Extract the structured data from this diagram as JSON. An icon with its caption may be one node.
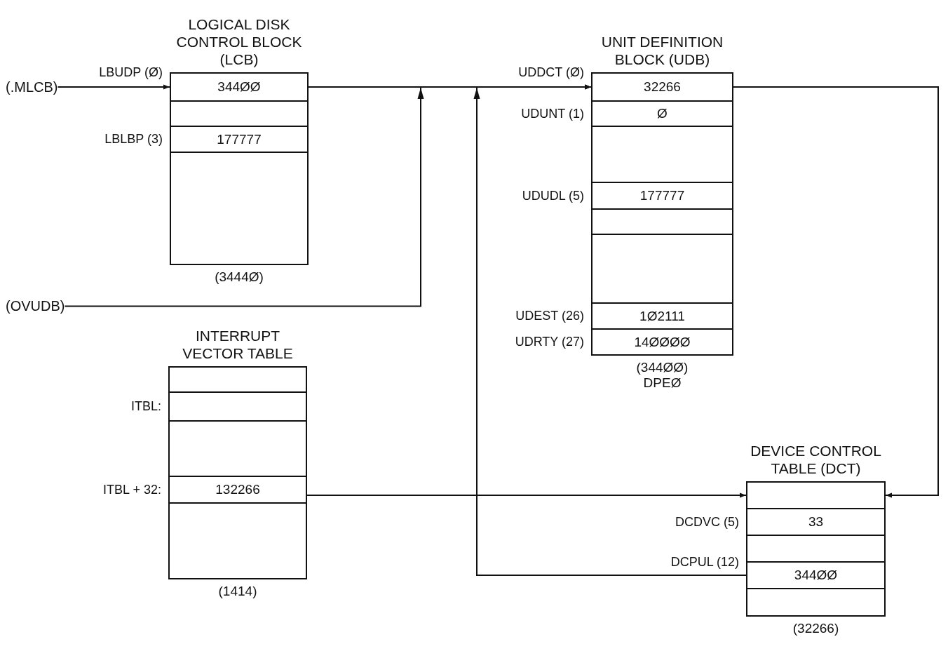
{
  "diagram": {
    "nodes": [
      {
        "text": [
          "(.MLCB)"
        ]
      },
      {
        "text": [
          "LOGICAL DISK CONTROL BLOCK (LCB)"
        ],
        "beside": [
          "(3444Ø)"
        ]
      },
      {
        "text": [
          "344ØØ"
        ],
        "in": 1,
        "beside": [
          "LBUDP (Ø)"
        ]
      },
      {
        "text": [],
        "shape": "box",
        "in": 1
      },
      {
        "text": [
          "177777"
        ],
        "in": 1,
        "beside": [
          "LBLBP (3)"
        ]
      },
      {
        "text": [],
        "shape": "box",
        "in": 1
      },
      {
        "text": [
          "UNIT DEFINITION BLOCK (UDB)"
        ],
        "beside": [
          "(344ØØ)",
          "DPEØ"
        ]
      },
      {
        "text": [
          "32266"
        ],
        "in": 6,
        "beside": [
          "UDDCT (Ø)"
        ]
      },
      {
        "text": [
          "Ø"
        ],
        "in": 6,
        "beside": [
          "UDUNT (1)"
        ]
      },
      {
        "text": [],
        "shape": "box",
        "in": 6
      },
      {
        "text": [
          "177777"
        ],
        "in": 6,
        "beside": [
          "UDUDL (5)"
        ]
      },
      {
        "text": [],
        "shape": "box",
        "in": 6
      },
      {
        "text": [],
        "shape": "box",
        "in": 6
      },
      {
        "text": [
          "1Ø2111"
        ],
        "in": 6,
        "beside": [
          "UDEST (26)"
        ]
      },
      {
        "text": [
          "14ØØØØ"
        ],
        "in": 6,
        "beside": [
          "UDRTY (27)"
        ]
      },
      {
        "text": [
          "(OVUDB)"
        ]
      },
      {
        "text": [
          "INTERRUPT VECTOR TABLE"
        ],
        "beside": [
          "(1414)"
        ]
      },
      {
        "text": [],
        "shape": "box",
        "in": 16
      },
      {
        "text": [],
        "shape": "box",
        "in": 16,
        "beside": [
          "ITBL:"
        ]
      },
      {
        "text": [],
        "shape": "box",
        "in": 16
      },
      {
        "text": [
          "132266"
        ],
        "in": 16,
        "beside": [
          "ITBL + 32:"
        ]
      },
      {
        "text": [],
        "shape": "box",
        "in": 16
      },
      {
        "text": [
          "DEVICE CONTROL TABLE (DCT)"
        ],
        "beside": [
          "(32266)"
        ]
      },
      {
        "text": [],
        "shape": "box",
        "in": 22
      },
      {
        "text": [
          "33"
        ],
        "in": 22,
        "beside": [
          "DCDVC (5)"
        ]
      },
      {
        "text": [],
        "shape": "box",
        "in": 22
      },
      {
        "text": [
          "344ØØ"
        ],
        "in": 22,
        "beside": [
          "DCPUL (12)"
        ]
      },
      {
        "text": [],
        "shape": "box",
        "in": 22
      }
    ],
    "edges": [
      {
        "from": 0,
        "to": 2,
        "arrow": "to"
      },
      {
        "from": 2,
        "to": 7,
        "arrow": "to"
      },
      {
        "from": 15,
        "to": 7,
        "arrow": "to"
      },
      {
        "from": 26,
        "to": 7,
        "arrow": "to"
      },
      {
        "from": 7,
        "to": 23,
        "arrow": "to"
      },
      {
        "from": 20,
        "to": 23,
        "arrow": "to"
      }
    ]
  }
}
